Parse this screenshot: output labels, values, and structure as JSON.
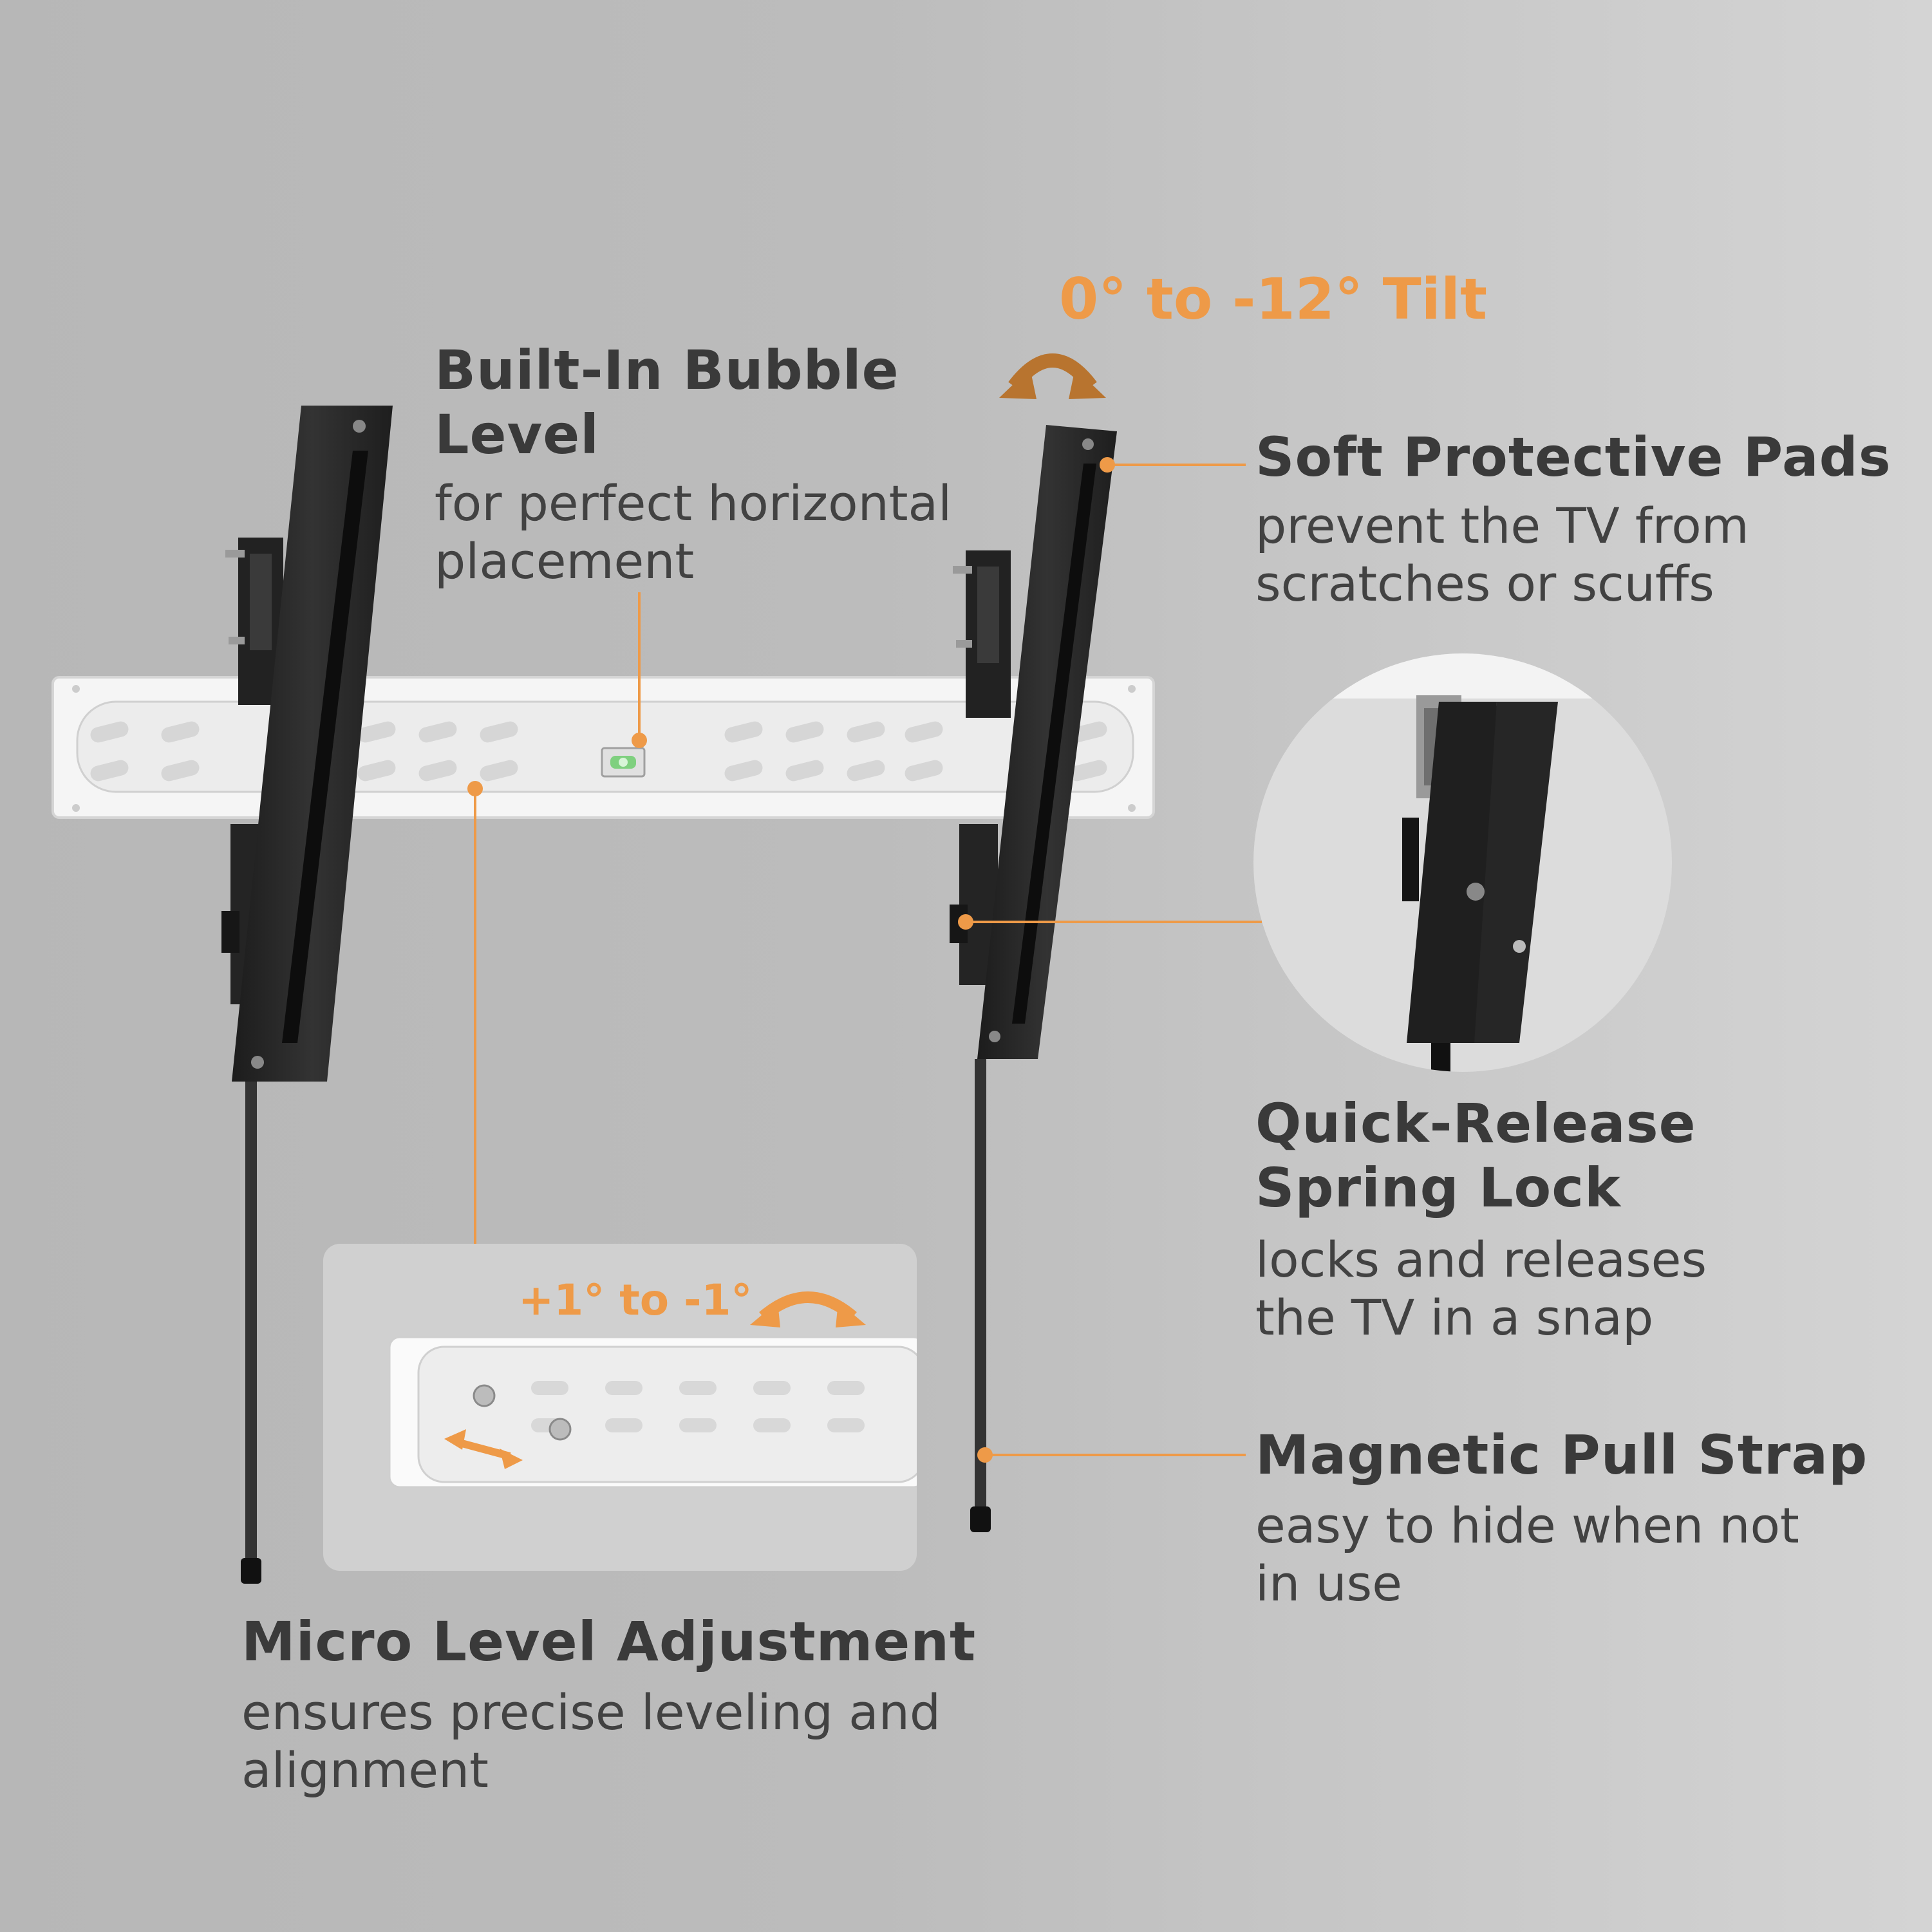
{
  "colors": {
    "accent": "#ee9a48",
    "heading": "#3a3a3a",
    "background": "#bdbdbd",
    "bracket": "#2b2b2b",
    "wallplate": "#f4f4f4"
  },
  "tilt": {
    "label": "0° to -12° Tilt"
  },
  "bubble_level": {
    "title_line1": "Built-In Bubble",
    "title_line2": "Level",
    "desc_line1": "for perfect horizontal",
    "desc_line2": "placement"
  },
  "soft_pads": {
    "title": "Soft Protective Pads",
    "desc_line1": "prevent the TV from",
    "desc_line2": "scratches or scuffs"
  },
  "spring_lock": {
    "title_line1": "Quick-Release",
    "title_line2": "Spring Lock",
    "desc_line1": "locks and releases",
    "desc_line2": "the TV in a snap"
  },
  "pull_strap": {
    "title": "Magnetic Pull Strap",
    "desc_line1": "easy to hide when not",
    "desc_line2": "in use"
  },
  "micro_level": {
    "title": "Micro Level Adjustment",
    "desc_line1": "ensures precise leveling and",
    "desc_line2": "alignment",
    "inset_label": "+1° to -1°"
  },
  "icons": [
    "curved-double-arrow-icon",
    "horizontal-double-arrow-icon"
  ]
}
